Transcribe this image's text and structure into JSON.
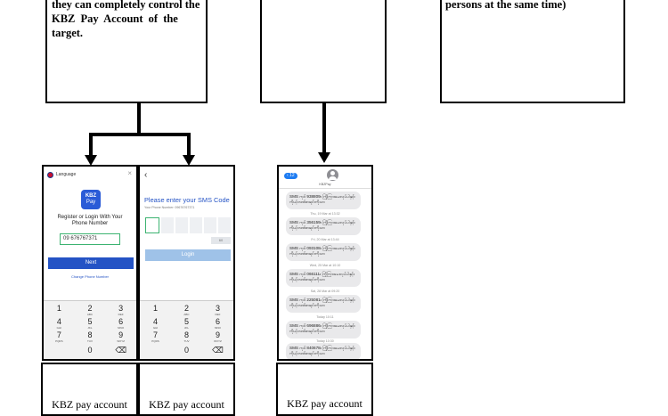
{
  "boxes": {
    "left_text": [
      "they can completely control the",
      "KBZ  Pay  Account  of  the",
      "target."
    ],
    "right_text": [
      "persons at the same time)"
    ]
  },
  "captions": {
    "c1": "KBZ pay account",
    "c2": "KBZ pay account",
    "c3": "KBZ pay account"
  },
  "phone1": {
    "language_label": "Language",
    "close": "×",
    "logo_top": "KBZ",
    "logo_bottom": "Pay",
    "heading_line1": "Register or Login With Your",
    "heading_line2": "Phone Number",
    "phone_value": "09 676767371",
    "next_button": "Next",
    "change_link": "Change Phone Number"
  },
  "phone2": {
    "back": "‹",
    "title": "Please enter your SMS Code",
    "subtitle": "Your Phone Number: 09676767371",
    "resend": "60",
    "login_button": "Login"
  },
  "keypad": {
    "rows": [
      [
        {
          "d": "1",
          "s": ""
        },
        {
          "d": "2",
          "s": "ABC"
        },
        {
          "d": "3",
          "s": "DEF"
        }
      ],
      [
        {
          "d": "4",
          "s": "GHI"
        },
        {
          "d": "5",
          "s": "JKL"
        },
        {
          "d": "6",
          "s": "MNO"
        }
      ],
      [
        {
          "d": "7",
          "s": "PQRS"
        },
        {
          "d": "8",
          "s": "TUV"
        },
        {
          "d": "9",
          "s": "WXYZ"
        }
      ],
      [
        {
          "d": "",
          "s": ""
        },
        {
          "d": "0",
          "s": ""
        },
        {
          "d": "⌫",
          "s": ""
        }
      ]
    ]
  },
  "phone3": {
    "back_badge": "‹ 12",
    "sender": "KBZPay",
    "messages": [
      {
        "time": "",
        "text": "SMS ကုဒ် 938809။ ကြိုကြားမေးလုပ်ပါနှင့်။ ကိုယ့်ဘဏ်စာရင်းကိုသာ"
      },
      {
        "time": "Thu, 19 Mar at 13:32",
        "text": "SMS ကုဒ် 356159။ ကြိုကြားမေးလုပ်ပါနှင့်။ ကိုယ့်ဘဏ်စာရင်းကိုသာ"
      },
      {
        "time": "Fri, 20 Mar at 13:44",
        "text": "SMS ကုဒ် 093108။ ကြိုကြားမေးလုပ်ပါနှင့်။ ကိုယ့်ဘဏ်စာရင်းကိုသာ"
      },
      {
        "time": "Wed, 25 Mar at 10:10",
        "text": "SMS ကုဒ် 066111။ ကြိုကြားမေးလုပ်ပါနှင့်။ ကိုယ့်ဘဏ်စာရင်းကိုသာ"
      },
      {
        "time": "Sat, 28 Mar at 09:20",
        "text": "SMS ကုဒ် 225081။ ကြိုကြားမေးလုပ်ပါနှင့်။ ကိုယ့်ဘဏ်စာရင်းကိုသာ"
      },
      {
        "time": "Today 10:11",
        "text": "SMS ကုဒ် 696886။ ကြိုကြားမေးလုပ်ပါနှင့်။ ကိုယ့်ဘဏ်စာရင်းကိုသာ"
      },
      {
        "time": "Today 10:30",
        "text": "SMS ကုဒ် 840678။ ကြိုကြားမေးလုပ်ပါနှင့်။ ကိုယ့်ဘဏ်စာရင်းကိုသာ"
      }
    ]
  }
}
